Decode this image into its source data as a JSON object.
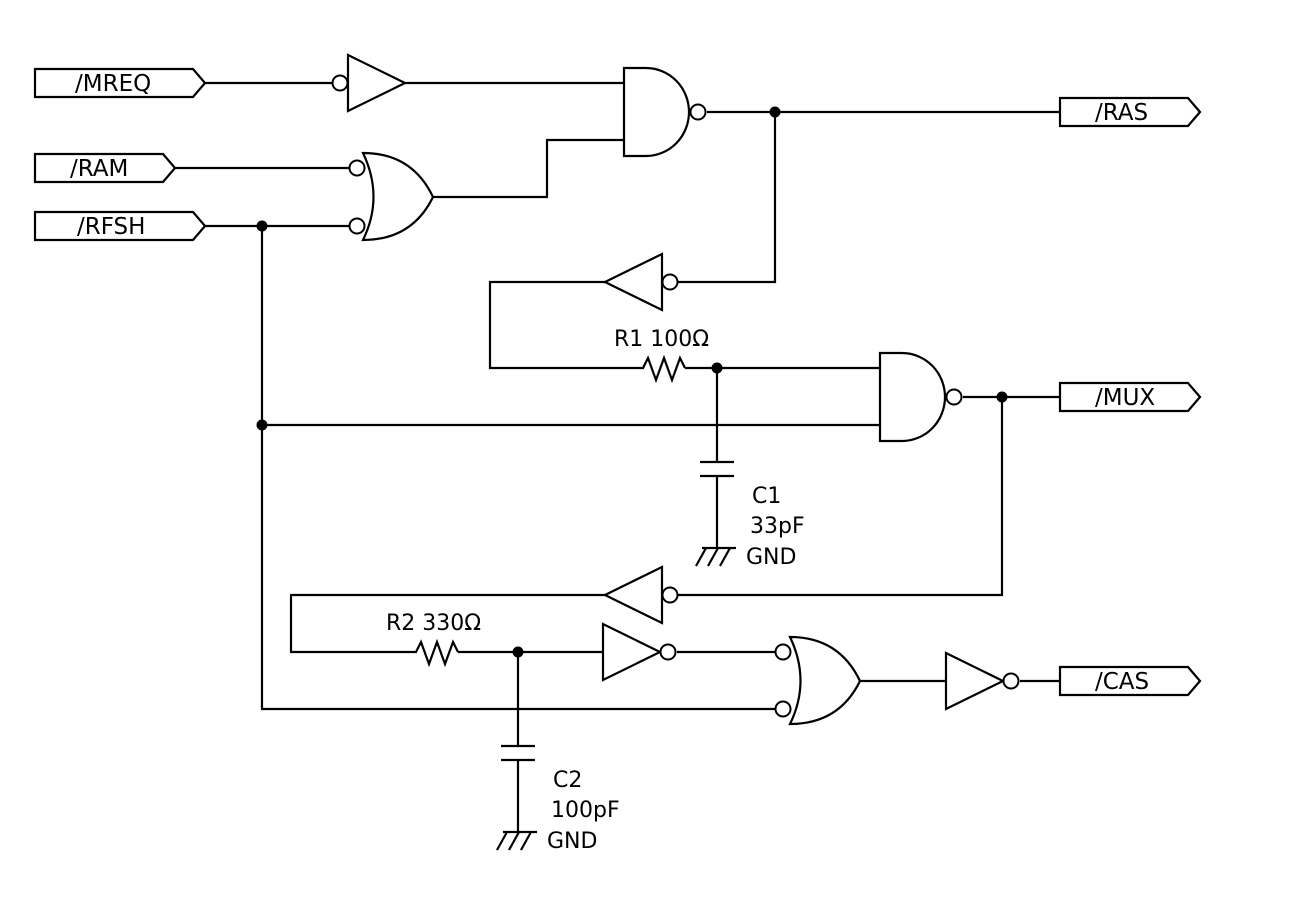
{
  "ports": {
    "mreq": "/MREQ",
    "ram": "/RAM",
    "rfsh": "/RFSH",
    "ras": "/RAS",
    "mux": "/MUX",
    "cas": "/CAS"
  },
  "components": {
    "r1": {
      "label": "R1 100Ω"
    },
    "r2": {
      "label": "R2 330Ω"
    },
    "c1": {
      "ref": "C1",
      "value": "33pF",
      "gnd": "GND"
    },
    "c2": {
      "ref": "C2",
      "value": "100pF",
      "gnd": "GND"
    }
  }
}
